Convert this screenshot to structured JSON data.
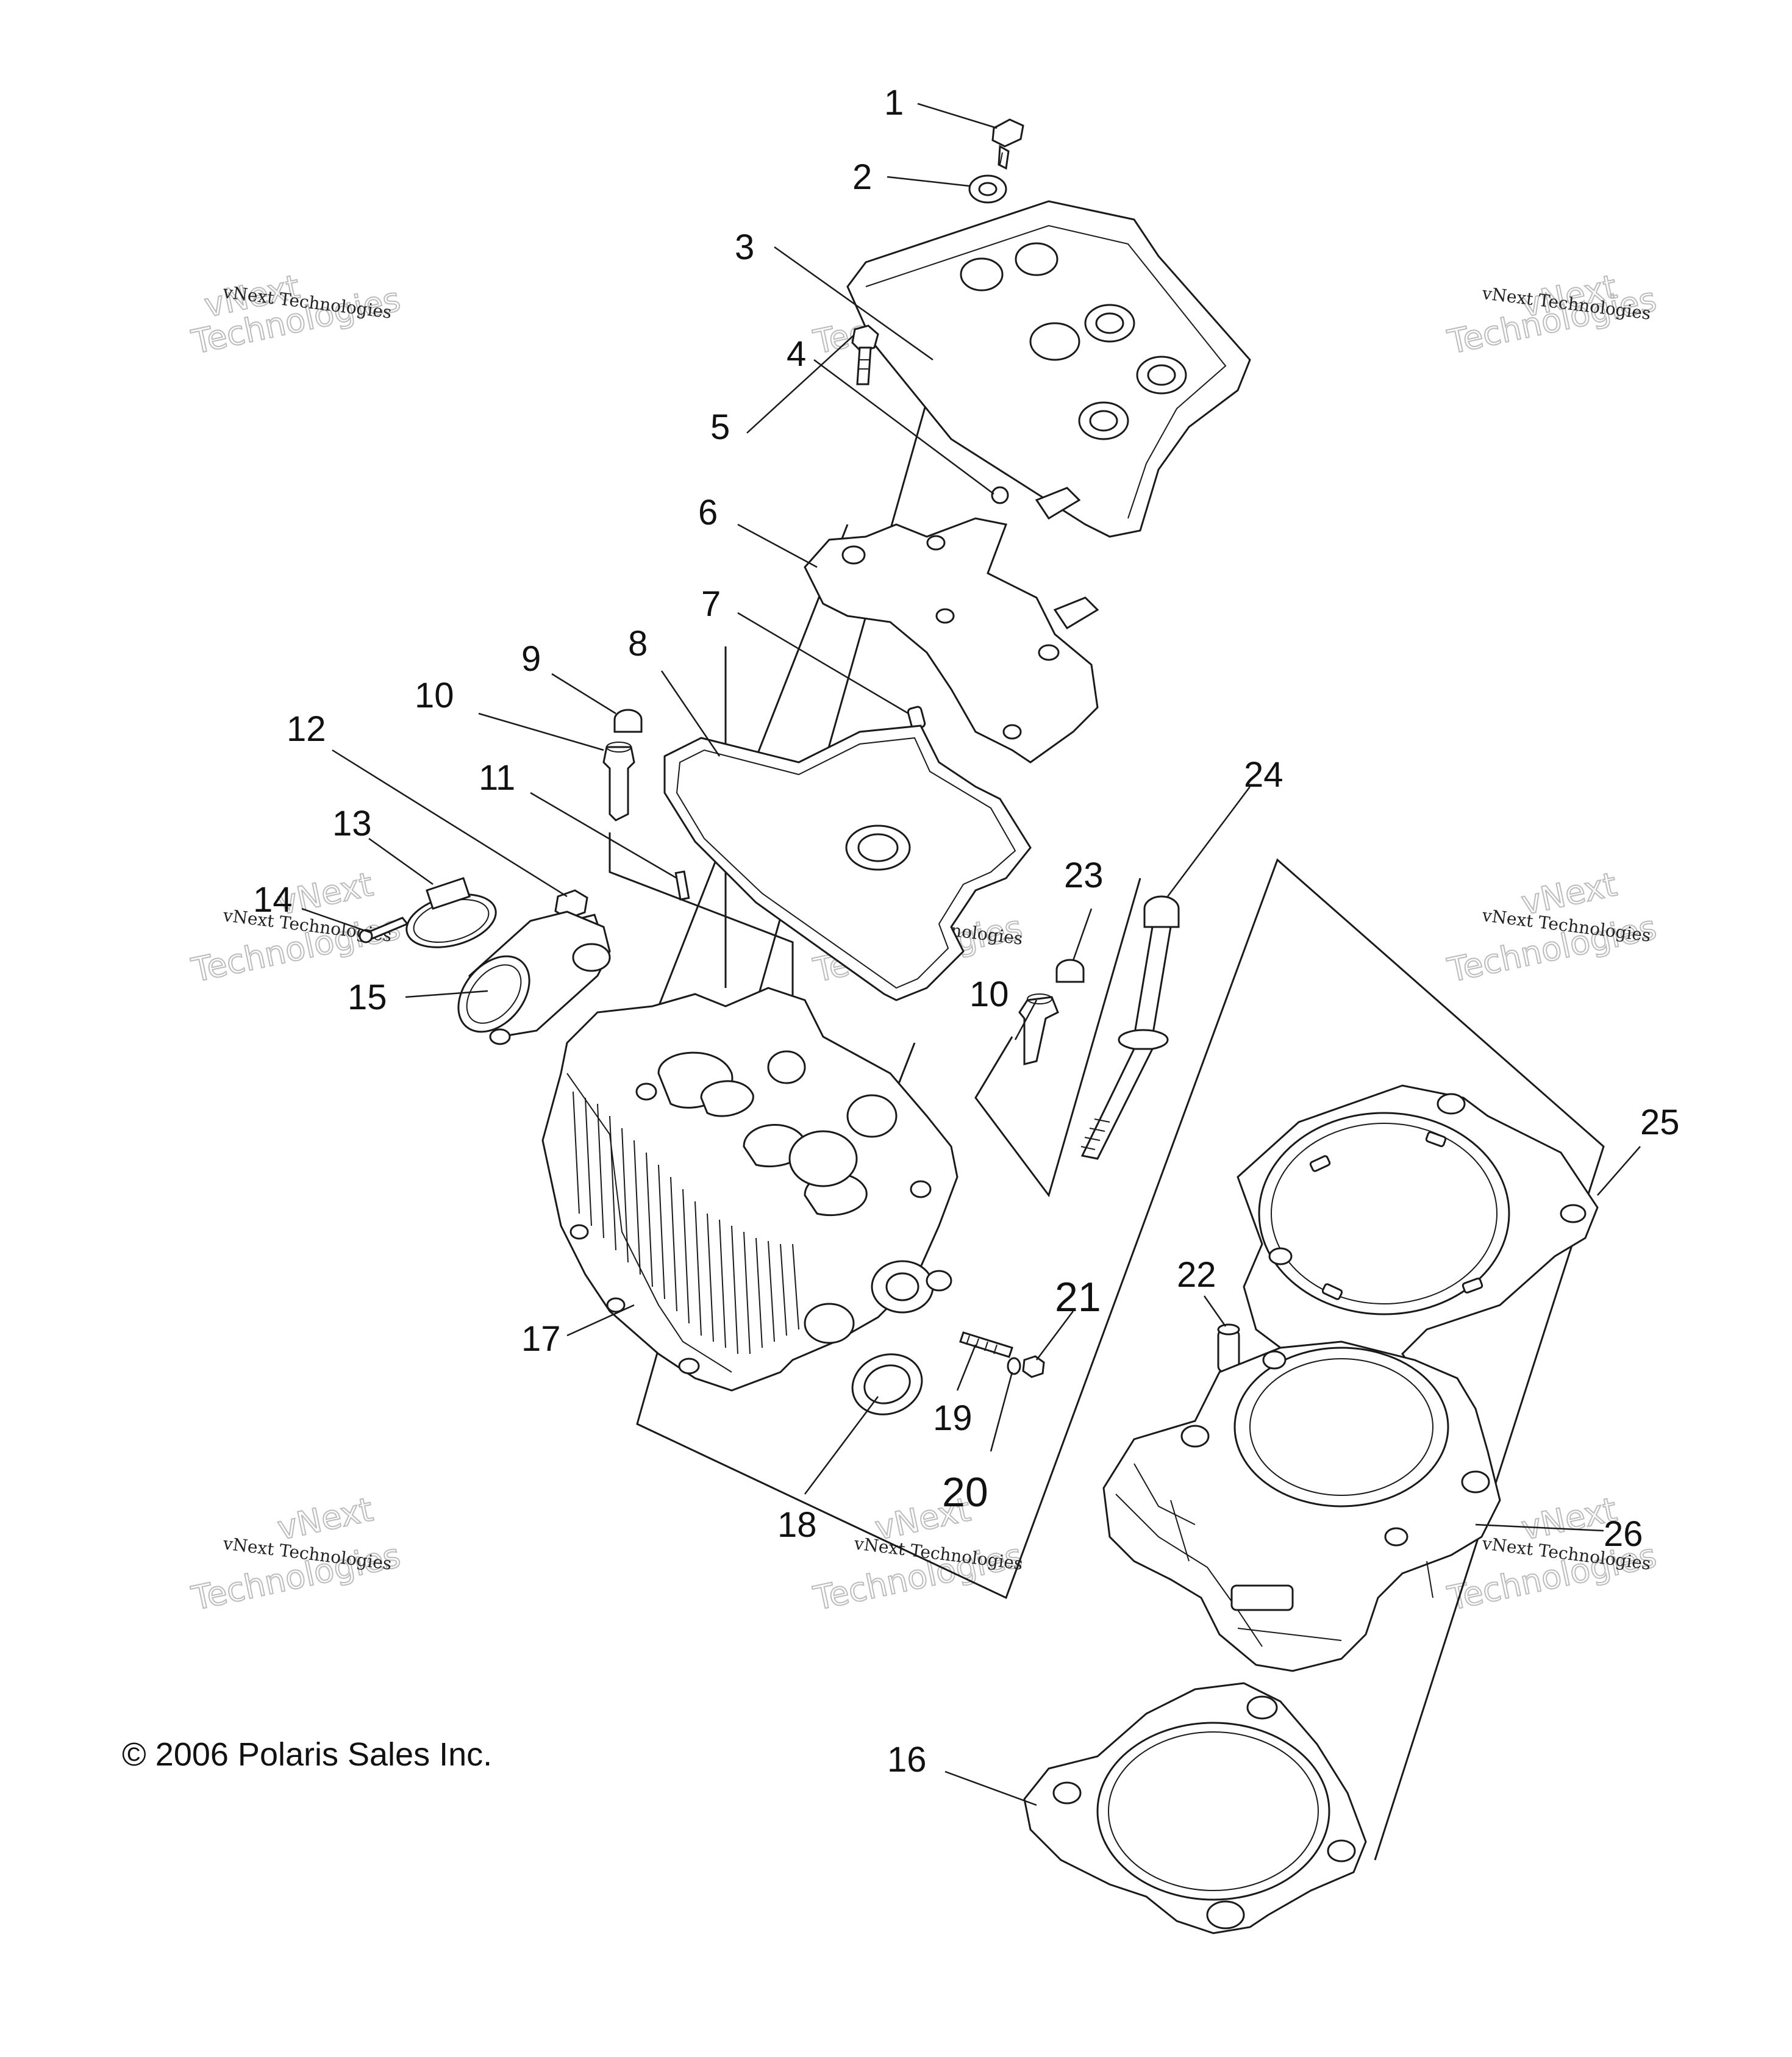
{
  "diagram": {
    "callouts": [
      "1",
      "2",
      "3",
      "4",
      "5",
      "6",
      "7",
      "8",
      "9",
      "10",
      "11",
      "12",
      "13",
      "14",
      "15",
      "16",
      "17",
      "18",
      "19",
      "20",
      "21",
      "22",
      "23",
      "24",
      "25",
      "26",
      "10"
    ],
    "copyright": "© 2006 Polaris Sales Inc.",
    "watermark": {
      "small": "vNext Technologies",
      "big_line1": "vNext",
      "big_line2": "Technologies"
    }
  }
}
